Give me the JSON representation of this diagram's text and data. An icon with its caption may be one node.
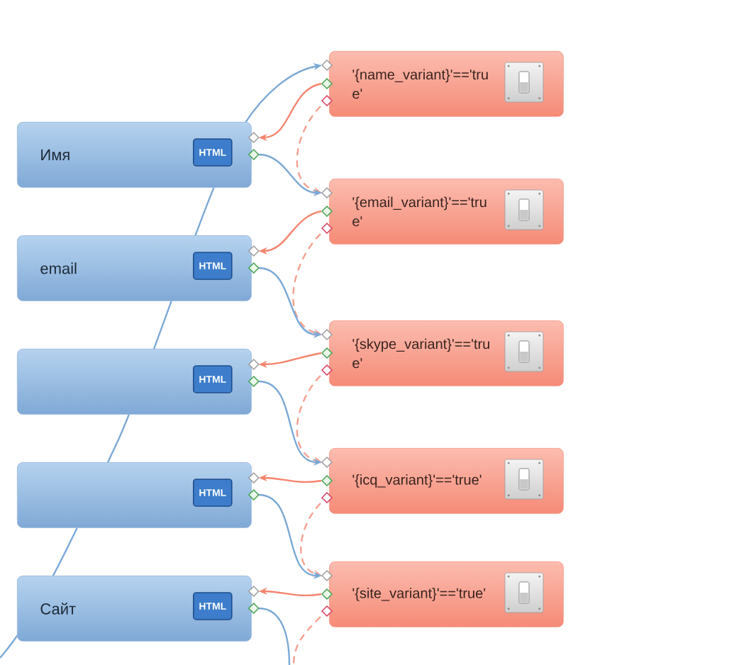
{
  "diagram": {
    "nodes": [
      {
        "text": [
          "'{name_variant}'=='tru e'"
        ]
      },
      {
        "text": [
          "Имя"
        ]
      },
      {
        "text": [
          "HTML"
        ],
        "in": 1
      },
      {
        "text": [
          "'{email_variant}'=='tru e'"
        ]
      },
      {
        "text": [
          "email"
        ]
      },
      {
        "text": [
          "HTML"
        ],
        "in": 4
      },
      {
        "text": [
          "'{skype_variant}'=='tru e'"
        ]
      },
      {
        "text": [],
        "shape": "box"
      },
      {
        "text": [
          "HTML"
        ],
        "in": 7
      },
      {
        "text": [
          "'{icq_variant}'=='true'"
        ]
      },
      {
        "text": [],
        "shape": "box"
      },
      {
        "text": [
          "HTML"
        ],
        "in": 10
      },
      {
        "text": [
          "'{site_variant}'=='true'"
        ]
      },
      {
        "text": [
          "Сайт"
        ]
      },
      {
        "text": [
          "HTML"
        ],
        "in": 13
      }
    ],
    "edges": [
      {
        "from": null,
        "to": 0,
        "arrow": "to"
      },
      {
        "from": 0,
        "to": 1,
        "arrow": "to",
        "color": "#f4846d"
      },
      {
        "from": 0,
        "to": 3,
        "arrow": "to",
        "style": "dashed",
        "color": "#f5a090"
      },
      {
        "from": 1,
        "to": 3,
        "arrow": "to"
      },
      {
        "from": 3,
        "to": 4,
        "arrow": "to",
        "color": "#f4846d"
      },
      {
        "from": 3,
        "to": 6,
        "arrow": "to",
        "style": "dashed",
        "color": "#f5a090"
      },
      {
        "from": 4,
        "to": 6,
        "arrow": "to"
      },
      {
        "from": 6,
        "to": 7,
        "arrow": "to",
        "color": "#f4846d"
      },
      {
        "from": 6,
        "to": 9,
        "arrow": "to",
        "style": "dashed",
        "color": "#f5a090"
      },
      {
        "from": 7,
        "to": 9,
        "arrow": "to"
      },
      {
        "from": 9,
        "to": 10,
        "arrow": "to",
        "color": "#f4846d"
      },
      {
        "from": 9,
        "to": 12,
        "arrow": "to",
        "style": "dashed",
        "color": "#f5a090"
      },
      {
        "from": 10,
        "to": 12,
        "arrow": "to"
      },
      {
        "from": 12,
        "to": 13,
        "arrow": "to",
        "color": "#f4846d"
      },
      {
        "from": 12,
        "to": null,
        "arrow": "none",
        "style": "dashed",
        "color": "#f5a090"
      },
      {
        "from": 13,
        "to": null,
        "arrow": "none"
      }
    ]
  }
}
